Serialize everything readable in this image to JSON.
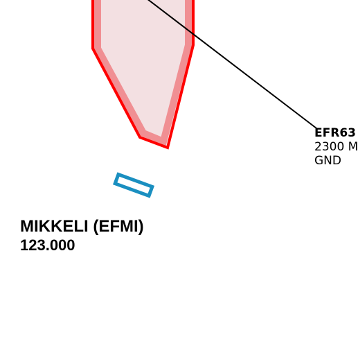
{
  "colors": {
    "background": "#ffffff",
    "restricted_area_outline": "#ff0000",
    "restricted_area_fill": "#f3e0e2",
    "restricted_area_inner_band": "#f08f93",
    "runway": "#1a8fc0",
    "leader_line": "#000000"
  },
  "airspace": {
    "id": "EFR63",
    "upper_limit": "2300 M",
    "lower_limit": "GND"
  },
  "airport": {
    "name": "MIKKELI (EFMI)",
    "frequency": "123.000"
  }
}
